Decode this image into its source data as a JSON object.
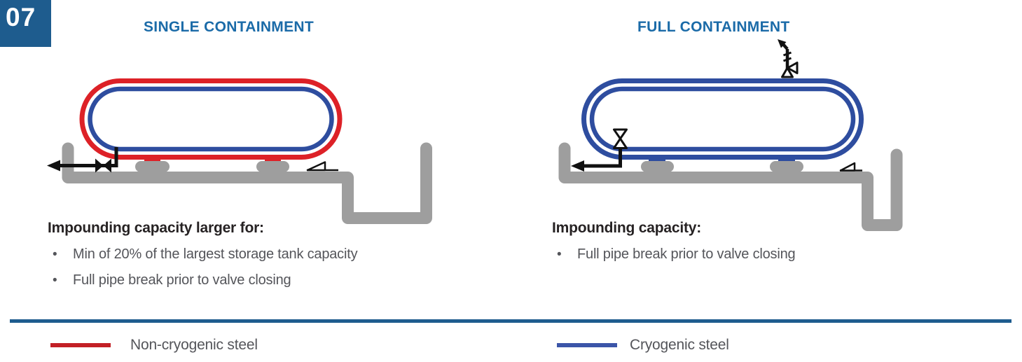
{
  "page_number": "07",
  "ui": {
    "bullet_glyph": "•"
  },
  "panels": [
    {
      "title": "SINGLE CONTAINMENT",
      "notes_heading": "Impounding capacity larger for:",
      "bullets": [
        "Min of 20% of the largest storage tank capacity",
        "Full pipe break prior to valve closing"
      ],
      "tank": {
        "outer_shell_material": "Non-cryogenic steel",
        "inner_shell_material": "Cryogenic steel"
      }
    },
    {
      "title": "FULL CONTAINMENT",
      "notes_heading": "Impounding capacity:",
      "bullets": [
        "Full pipe break prior to valve closing"
      ],
      "tank": {
        "outer_shell_material": "Cryogenic steel",
        "inner_shell_material": "Cryogenic steel"
      }
    }
  ],
  "legend": [
    {
      "label": "Non-cryogenic steel",
      "color": "#C32026"
    },
    {
      "label": "Cryogenic steel",
      "color": "#3B55A8"
    }
  ],
  "colors": {
    "badge_blue": "#1E5C8E",
    "heading_blue": "#1B6BA8",
    "non_cryogenic_red": "#DD2127",
    "cryogenic_blue": "#2E4D9F",
    "ground_gray": "#9E9E9E",
    "divider_blue": "#1E5C8E",
    "text_dark": "#262223",
    "text_gray": "#54555A"
  }
}
